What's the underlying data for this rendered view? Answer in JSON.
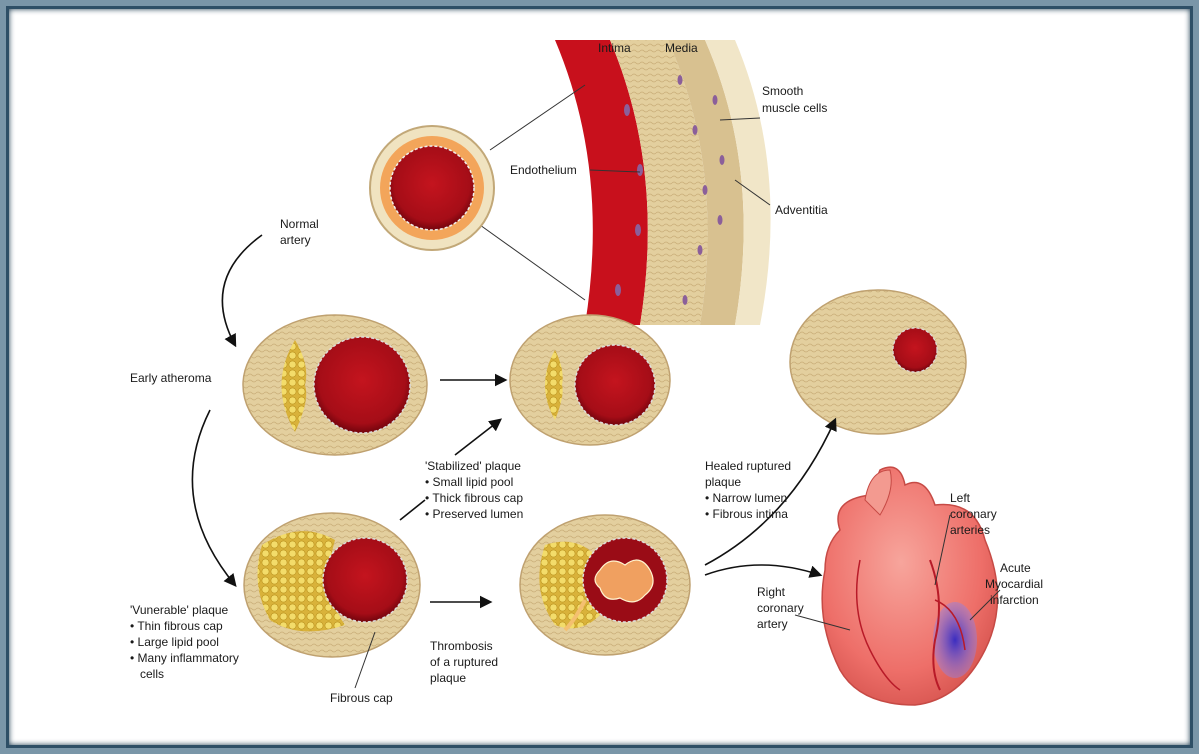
{
  "labels": {
    "intima": "Intima",
    "media": "Media",
    "smooth_muscle_1": "Smooth",
    "smooth_muscle_2": "muscle cells",
    "endothelium": "Endothelium",
    "adventitia": "Adventitia",
    "normal_artery_1": "Normal",
    "normal_artery_2": "artery",
    "early_atheroma": "Early atheroma",
    "stabilized_title": "'Stabilized' plaque",
    "stabilized_items": [
      "• Small lipid pool",
      "• Thick fibrous cap",
      "• Preserved lumen"
    ],
    "vulnerable_title": "'Vunerable' plaque",
    "vulnerable_items": [
      "• Thin fibrous cap",
      "• Large lipid pool",
      "• Many inflammatory",
      "   cells"
    ],
    "fibrous_cap": "Fibrous cap",
    "thrombosis": [
      "Thrombosis",
      "of a ruptured",
      "plaque"
    ],
    "healed": [
      "Healed ruptured",
      "plaque",
      "• Narrow lumen",
      "• Fibrous intima"
    ],
    "left_coronary": [
      "Left",
      "coronary",
      "arteries"
    ],
    "right_coronary": [
      "Right",
      "coronary",
      "artery"
    ],
    "acute_mi": [
      "Acute",
      "Myocardial",
      "infarction"
    ]
  },
  "colors": {
    "frame_border": "#2e4f66",
    "background_outer": "#7a96a8",
    "vessel_wall": "#e6d4a8",
    "lumen": "#b0101a",
    "lipid": "#e8c84a",
    "heart": "#ef7a74",
    "infarct": "#6a5ad0"
  }
}
